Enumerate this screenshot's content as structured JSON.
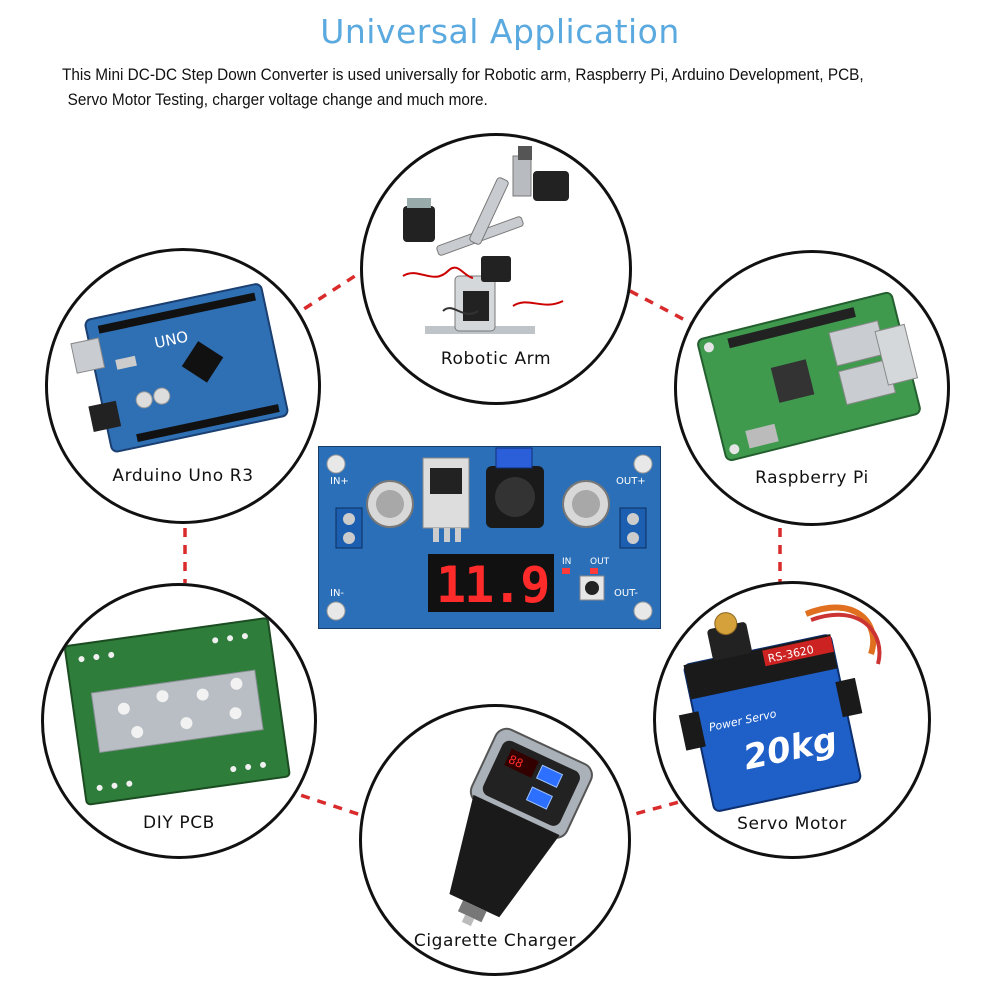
{
  "header": {
    "title": "Universal Application",
    "description_line1": "This Mini DC-DC Step Down Converter is used universally for Robotic arm, Raspberry Pi, Arduino Development, PCB,",
    "description_line2": "Servo Motor Testing, charger voltage change and much more."
  },
  "center_module": {
    "display_value": "11.9",
    "labels": {
      "in_plus": "IN+",
      "in_minus": "IN-",
      "out_plus": "OUT+",
      "out_minus": "OUT-",
      "in": "IN",
      "out": "OUT"
    }
  },
  "applications": [
    {
      "label": "Robotic Arm"
    },
    {
      "label": "Arduino Uno R3",
      "board_text": "UNO"
    },
    {
      "label": "Raspberry Pi"
    },
    {
      "label": "DIY PCB"
    },
    {
      "label": "Servo Motor",
      "model": "RS-3620",
      "brand": "Power Servo",
      "torque": "20kg"
    },
    {
      "label": "Cigarette Charger"
    }
  ],
  "colors": {
    "title": "#5aa9df",
    "connector": "#d92b2b",
    "pcb_blue": "#2f6fb3",
    "display_red": "#ff2a2a"
  }
}
